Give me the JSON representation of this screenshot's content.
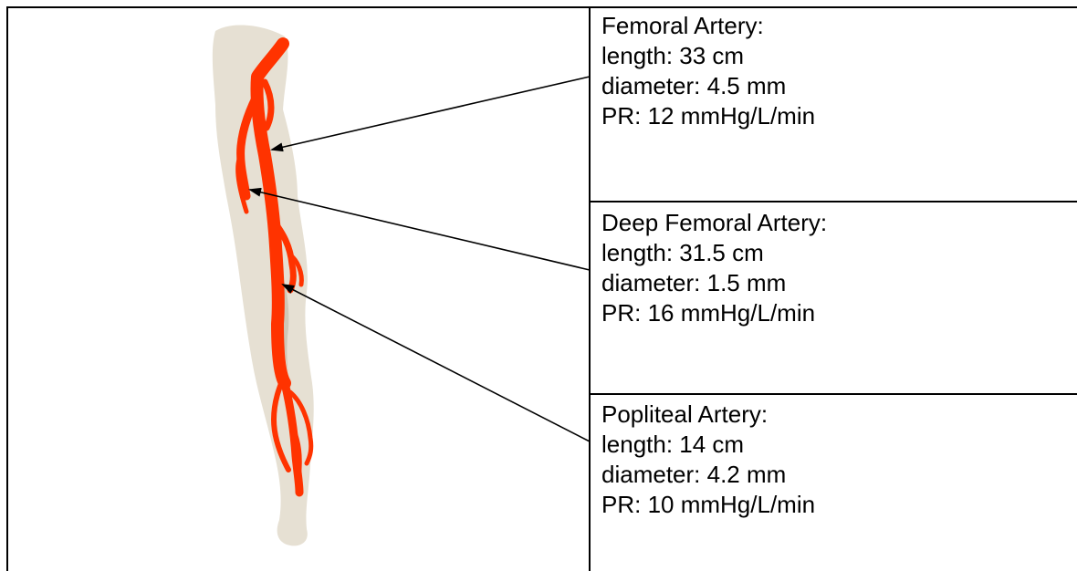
{
  "colors": {
    "artery": "#ff3300",
    "skin": "#e6e0d3",
    "skin_shadow": "#cfc7b6",
    "line": "#000000"
  },
  "panels": [
    {
      "name": "Femoral Artery:",
      "length": "length: 33 cm",
      "diameter": "diameter: 4.5 mm",
      "pr": "PR: 12 mmHg/L/min"
    },
    {
      "name": "Deep Femoral Artery:",
      "length": "length: 31.5 cm",
      "diameter": "diameter: 1.5 mm",
      "pr": "PR: 16 mmHg/L/min"
    },
    {
      "name": "Popliteal Artery:",
      "length": "length: 14 cm",
      "diameter": "diameter: 4.2 mm",
      "pr": "PR: 10 mmHg/L/min"
    }
  ]
}
